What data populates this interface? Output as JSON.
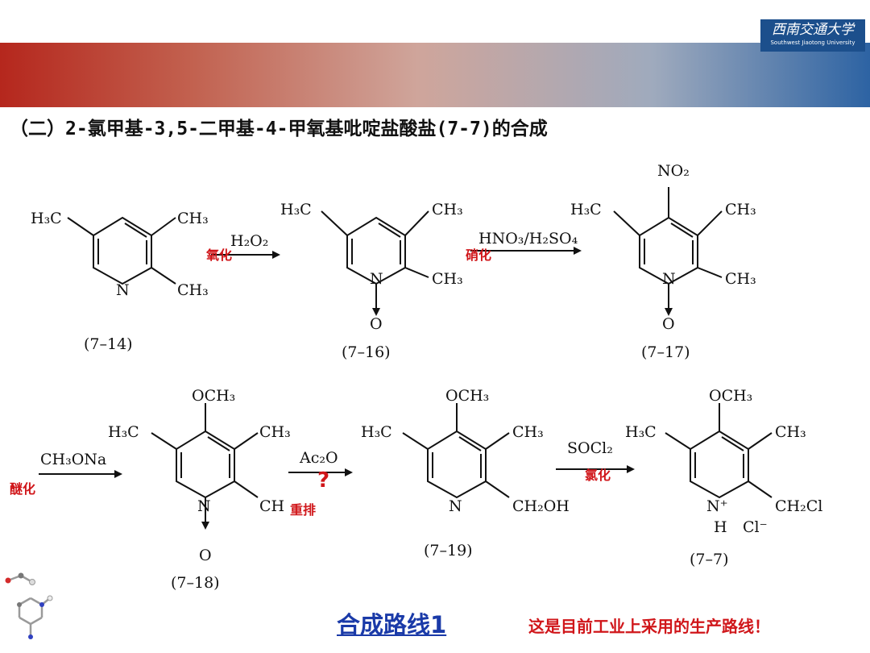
{
  "header": {
    "logo_text": "西南交通大学",
    "logo_subtext": "Southwest Jiaotong University",
    "title": "（二）2-氯甲基-3,5-二甲基-4-甲氧基吡啶盐酸盐(7-7)的合成"
  },
  "compounds": {
    "c7_14": "(7–14)",
    "c7_16": "(7–16)",
    "c7_17": "(7–17)",
    "c7_18": "(7–18)",
    "c7_19": "(7–19)",
    "c7_7": "(7–7)"
  },
  "atoms": {
    "h3c": "H₃C",
    "ch3": "CH₃",
    "n": "N",
    "o": "O",
    "no2": "NO₂",
    "och3": "OCH₃",
    "ch2oh": "CH₂OH",
    "ch2cl": "CH₂Cl",
    "ch_partial": "CH",
    "n_plus": "N⁺",
    "h": "H",
    "cl_minus": "Cl⁻"
  },
  "reagents": {
    "h2o2": "H₂O₂",
    "hno3": "HNO₃/H₂SO₄",
    "ch3ona": "CH₃ONa",
    "ac2o": "Ac₂O",
    "socl2": "SOCl₂"
  },
  "annotations": {
    "oxidation": "氧化",
    "nitration": "硝化",
    "etherification": "醚化",
    "question": "?",
    "rearrangement": "重排",
    "chlorination": "氯化"
  },
  "footer": {
    "route_name": "合成路线1",
    "note": "这是目前工业上采用的生产路线！"
  },
  "colors": {
    "accent_red": "#d0161a",
    "route_blue": "#1a3aa8",
    "logo_blue": "#1c4f8c"
  }
}
